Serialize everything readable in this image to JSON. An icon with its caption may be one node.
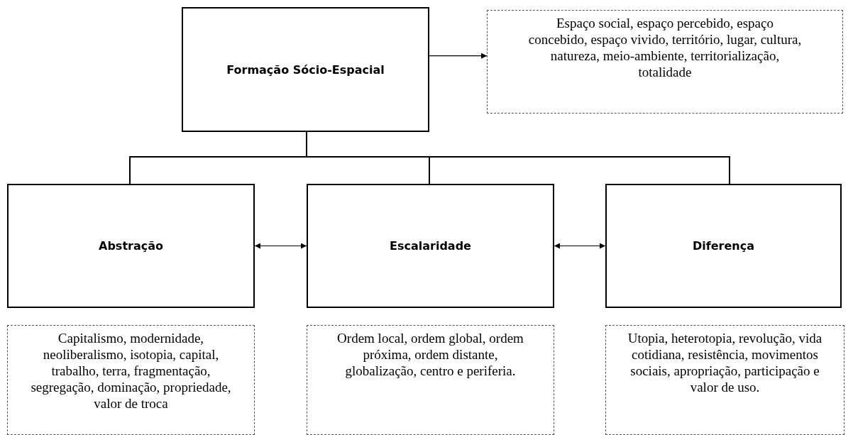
{
  "diagram": {
    "nodes": [
      {
        "text": [
          "Formação Sócio-Espacial"
        ]
      },
      {
        "text": [
          "Espaço social, espaço percebido, espaço concebido, espaço vivido, território, lugar, cultura, natureza, meio-ambiente, territorialização, totalidade"
        ]
      },
      {
        "text": [
          "Abstração"
        ]
      },
      {
        "text": [
          "Escalaridade"
        ]
      },
      {
        "text": [
          "Diferença"
        ]
      },
      {
        "text": [
          "Capitalismo, modernidade, neoliberalismo, isotopia, capital, trabalho, terra, fragmentação, segregação, dominação, propriedade, valor de troca"
        ]
      },
      {
        "text": [
          "Ordem local, ordem global, ordem próxima, ordem distante, globalização, centro e periferia."
        ]
      },
      {
        "text": [
          "Utopia, heterotopia, revolução, vida cotidiana, resistência, movimentos sociais, apropriação, participação e valor de uso."
        ]
      }
    ],
    "edges": [
      {
        "from": 0,
        "to": 1,
        "arrow": "to"
      },
      {
        "from": 0,
        "to": 2,
        "arrow": "none"
      },
      {
        "from": 0,
        "to": 3,
        "arrow": "none"
      },
      {
        "from": 0,
        "to": 4,
        "arrow": "none"
      },
      {
        "from": 2,
        "to": 3,
        "arrow": "both"
      },
      {
        "from": 3,
        "to": 4,
        "arrow": "both"
      }
    ]
  }
}
